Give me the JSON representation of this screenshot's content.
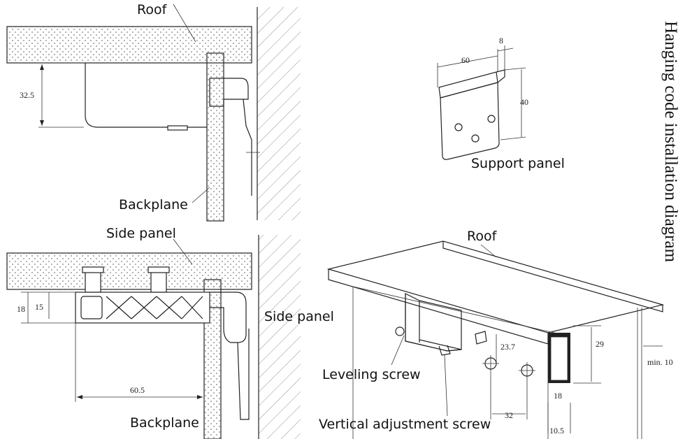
{
  "title": "Hanging code installation diagram",
  "top_left": {
    "roof_label": "Roof",
    "backplane_label": "Backplane",
    "dim_height": "32.5"
  },
  "top_right": {
    "support_panel_label": "Support panel",
    "dim_width": "60",
    "dim_depth": "8",
    "dim_height": "40"
  },
  "bottom_left": {
    "side_panel_top_label": "Side panel",
    "side_panel_right_label": "Side panel",
    "backplane_label": "Backplane",
    "dim_18": "18",
    "dim_15": "15",
    "dim_60_5": "60.5"
  },
  "bottom_right": {
    "roof_label": "Roof",
    "leveling_screw_label": "Leveling screw",
    "vertical_adjustment_label": "Vertical adjustment screw",
    "dim_23_7": "23.7",
    "dim_29": "29",
    "dim_18": "18",
    "dim_32": "32",
    "dim_10_5": "10.5",
    "dim_min_10": "min. 10"
  }
}
